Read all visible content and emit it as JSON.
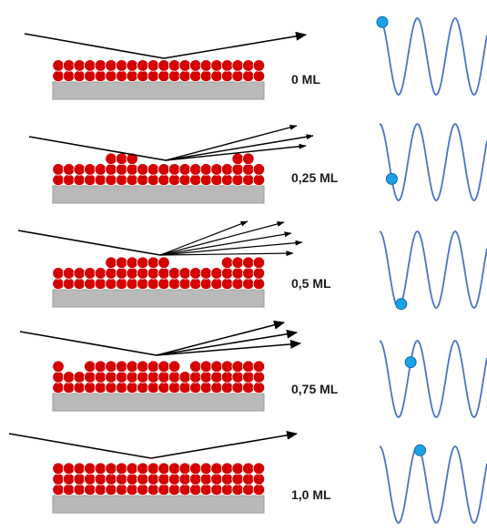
{
  "panels": [
    {
      "label": "0 ML",
      "coverage": 0.0
    },
    {
      "label": "0,25 ML",
      "coverage": 0.25
    },
    {
      "label": "0,5 ML",
      "coverage": 0.5
    },
    {
      "label": "0,75 ML",
      "coverage": 0.75
    },
    {
      "label": "1,0 ML",
      "coverage": 1.0
    }
  ],
  "colors": {
    "atom": "#d40000",
    "atom_stroke": "#ffffff",
    "substrate": "#b9b9b9",
    "substrate_stroke": "#9a9a9a",
    "beam": "#000000",
    "wave": "#4a74c4",
    "marker": "#1aa3e8",
    "marker_stroke": "#1566a8"
  }
}
